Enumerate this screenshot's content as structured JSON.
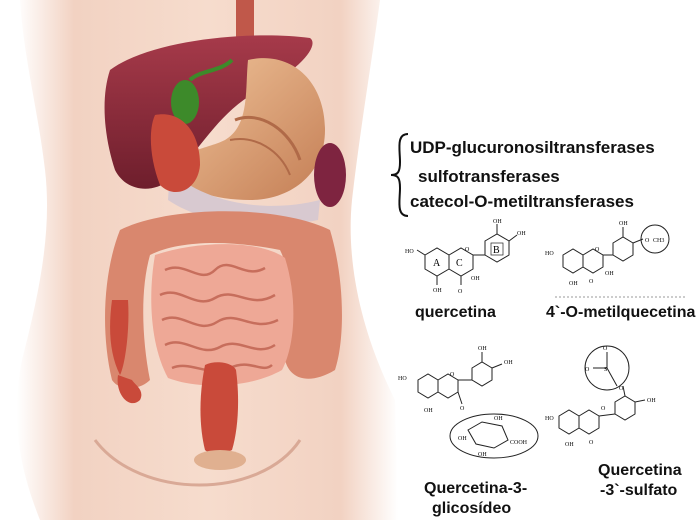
{
  "enzymes": {
    "items": [
      "UDP-glucuronosiltransferases",
      "sulfotransferases",
      "catecol-O-metiltransferases"
    ]
  },
  "structures": {
    "quercetina": {
      "label": "quercetina",
      "ring_letters": [
        "A",
        "C",
        "B"
      ],
      "atom_labels": [
        "HO",
        "OH",
        "OH",
        "OH",
        "O",
        "OH",
        "O"
      ]
    },
    "metil": {
      "label": "4`-O-metilquecetina",
      "atom_labels": [
        "HO",
        "OH",
        "O",
        "OH",
        "O",
        "OH",
        "O",
        "CH3"
      ]
    },
    "glicosideo": {
      "label_line1": "Quercetina-3-",
      "label_line2": "glicosídeo",
      "atom_labels": [
        "HO",
        "OH",
        "OH",
        "OH",
        "O",
        "O",
        "COOH",
        "OH",
        "OH",
        "OH"
      ]
    },
    "sulfato": {
      "label_line1": "Quercetina",
      "label_line2": "-3`-sulfato",
      "atom_labels": [
        "HO",
        "OH",
        "O",
        "OH",
        "O",
        "O",
        "S",
        "O",
        "O"
      ]
    }
  },
  "colors": {
    "liver": "#8e2a3a",
    "stomach": "#d69a70",
    "intestine": "#e8a090",
    "skin": "#f3d3c3",
    "text": "#111111"
  }
}
